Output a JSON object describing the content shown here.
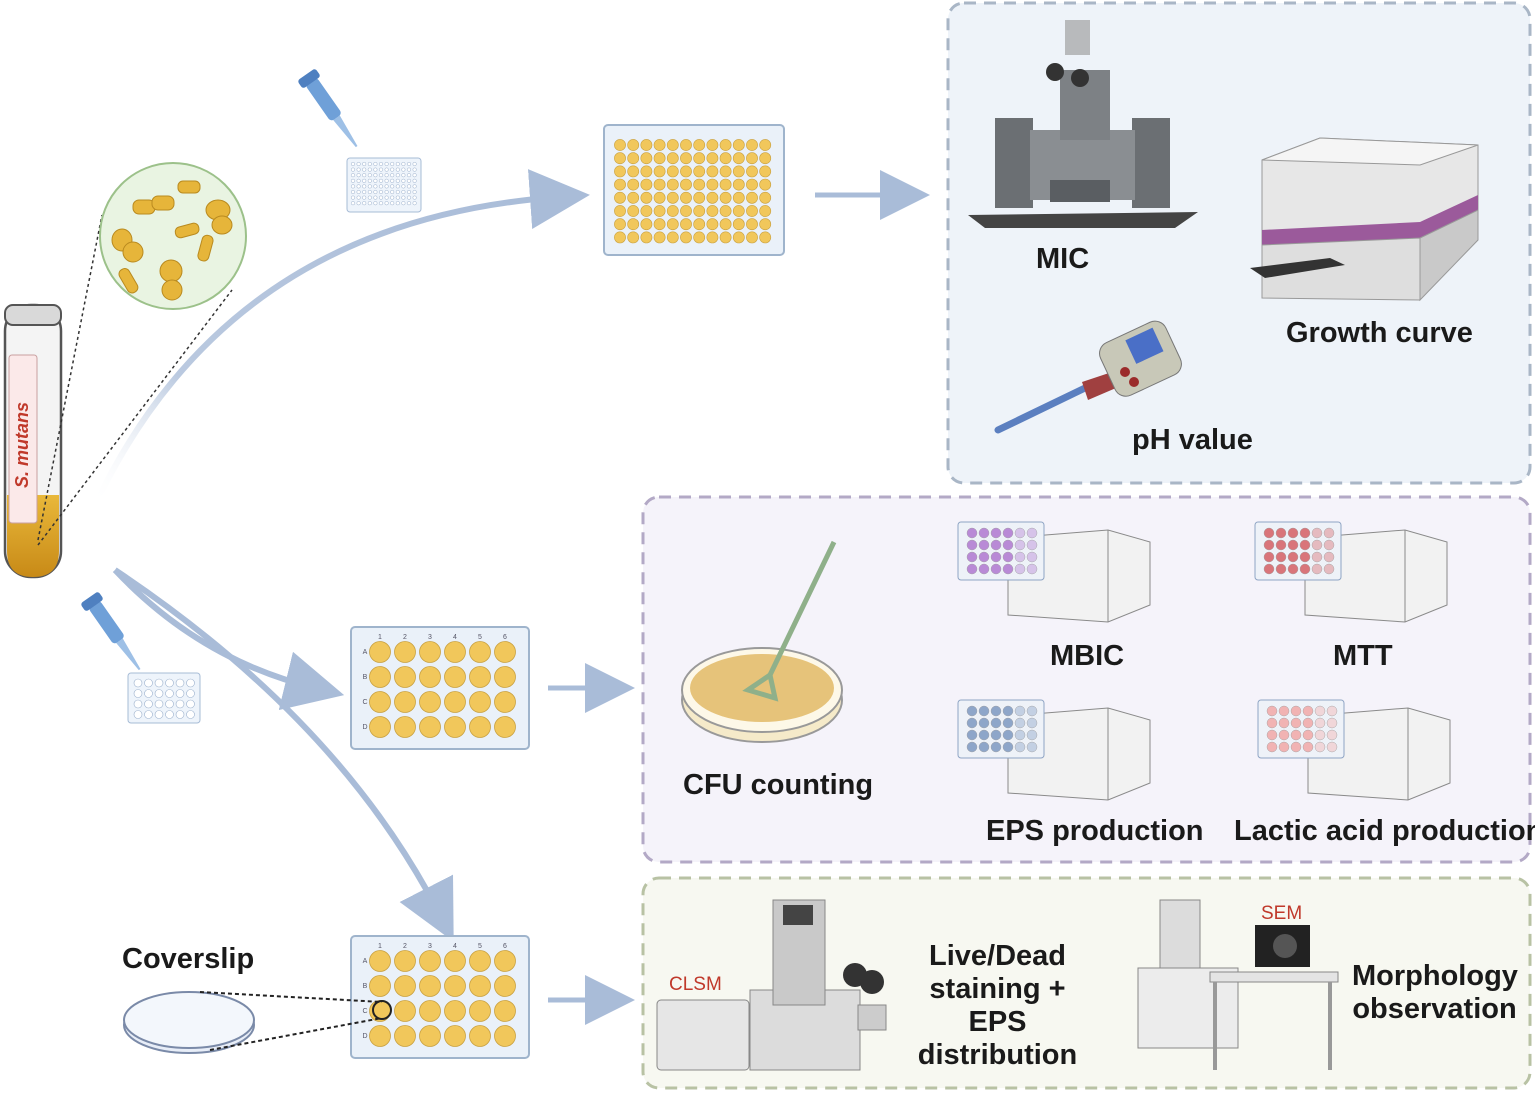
{
  "tube": {
    "label": "S. mutans"
  },
  "panels": {
    "top": {
      "border": "#a9b6c6",
      "fill": "#eef3f9"
    },
    "middle": {
      "border": "#b3a9c6",
      "fill": "#f5f3fa"
    },
    "bottom": {
      "border": "#b8c2a4",
      "fill": "#f7f8f1"
    }
  },
  "labels": {
    "mic": "MIC",
    "growth_curve": "Growth curve",
    "ph_value": "pH value",
    "cfu_counting": "CFU counting",
    "mbic": "MBIC",
    "mtt": "MTT",
    "eps_production": "EPS production",
    "lactic_acid_production": "Lactic acid production",
    "coverslip": "Coverslip",
    "clsm": "CLSM",
    "sem": "SEM",
    "live_dead": "Live/Dead staining + EPS distribution",
    "morphology": "Morphology observation"
  },
  "colors": {
    "well_yellow": "#f1c75b",
    "arrow": "#a9bcd8",
    "mbic_well": "#b98ad6",
    "mtt_well": "#d9757a",
    "eps_well": "#8ea6c9",
    "lactic_well": "#f1b3b3",
    "grid_row_letters": [
      "A",
      "B",
      "C",
      "D"
    ],
    "grid_col_numbers": [
      "1",
      "2",
      "3",
      "4",
      "5",
      "6"
    ]
  }
}
